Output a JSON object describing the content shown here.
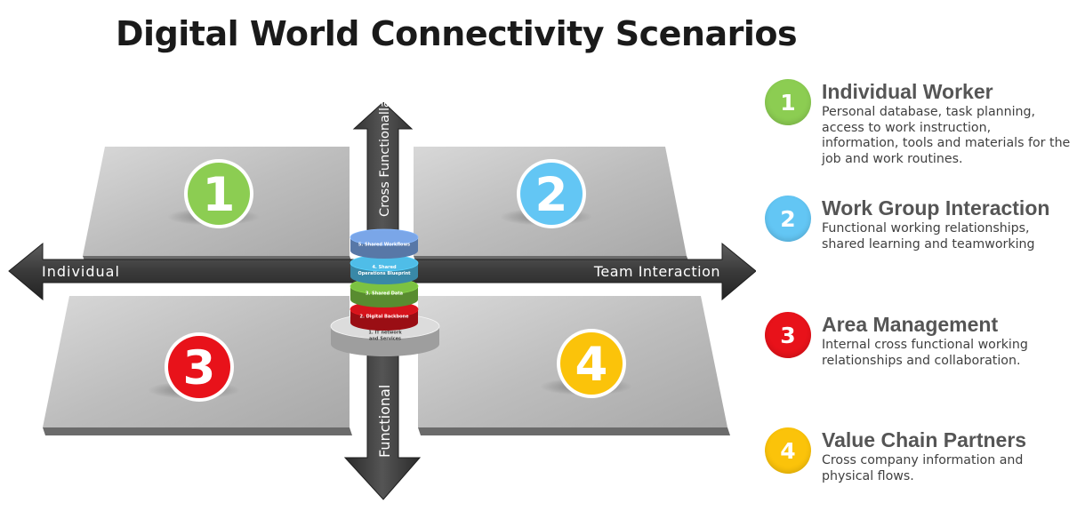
{
  "title": "Digital World Connectivity Scenarios",
  "axes": {
    "left": "Individual",
    "right": "Team Interaction",
    "top": "Cross Functionallal",
    "bottom": "Functional"
  },
  "quadrants": [
    {
      "number": "1",
      "color": "#8ccd52"
    },
    {
      "number": "2",
      "color": "#63c6f4"
    },
    {
      "number": "3",
      "color": "#e8121a"
    },
    {
      "number": "4",
      "color": "#fbc30a"
    }
  ],
  "stack_layers": [
    {
      "label": "5. Shared Workflows",
      "color": "#7aa6e8"
    },
    {
      "label": "4. Shared Operations Blueprint",
      "color": "#4fbde8"
    },
    {
      "label": "3. Shared Data",
      "color": "#7cc242"
    },
    {
      "label": "2. Digital Backbone",
      "color": "#d6141c"
    },
    {
      "label": "1. IT network and Services",
      "color": "#dcdcdc"
    }
  ],
  "legend": [
    {
      "number": "1",
      "title": "Individual Worker",
      "description": "Personal database, task planning, access to work instruction, information, tools and materials for the job and work routines.",
      "color": "#8ccd52"
    },
    {
      "number": "2",
      "title": "Work Group  Interaction",
      "description": "Functional working relationships,  shared learning and  teamworking",
      "color": "#63c6f4"
    },
    {
      "number": "3",
      "title": "Area Management",
      "description": "Internal cross functional working relationships and collaboration.",
      "color": "#e8121a"
    },
    {
      "number": "4",
      "title": "Value Chain Partners",
      "description": "Cross company information and physical flows.",
      "color": "#fbc30a"
    }
  ]
}
